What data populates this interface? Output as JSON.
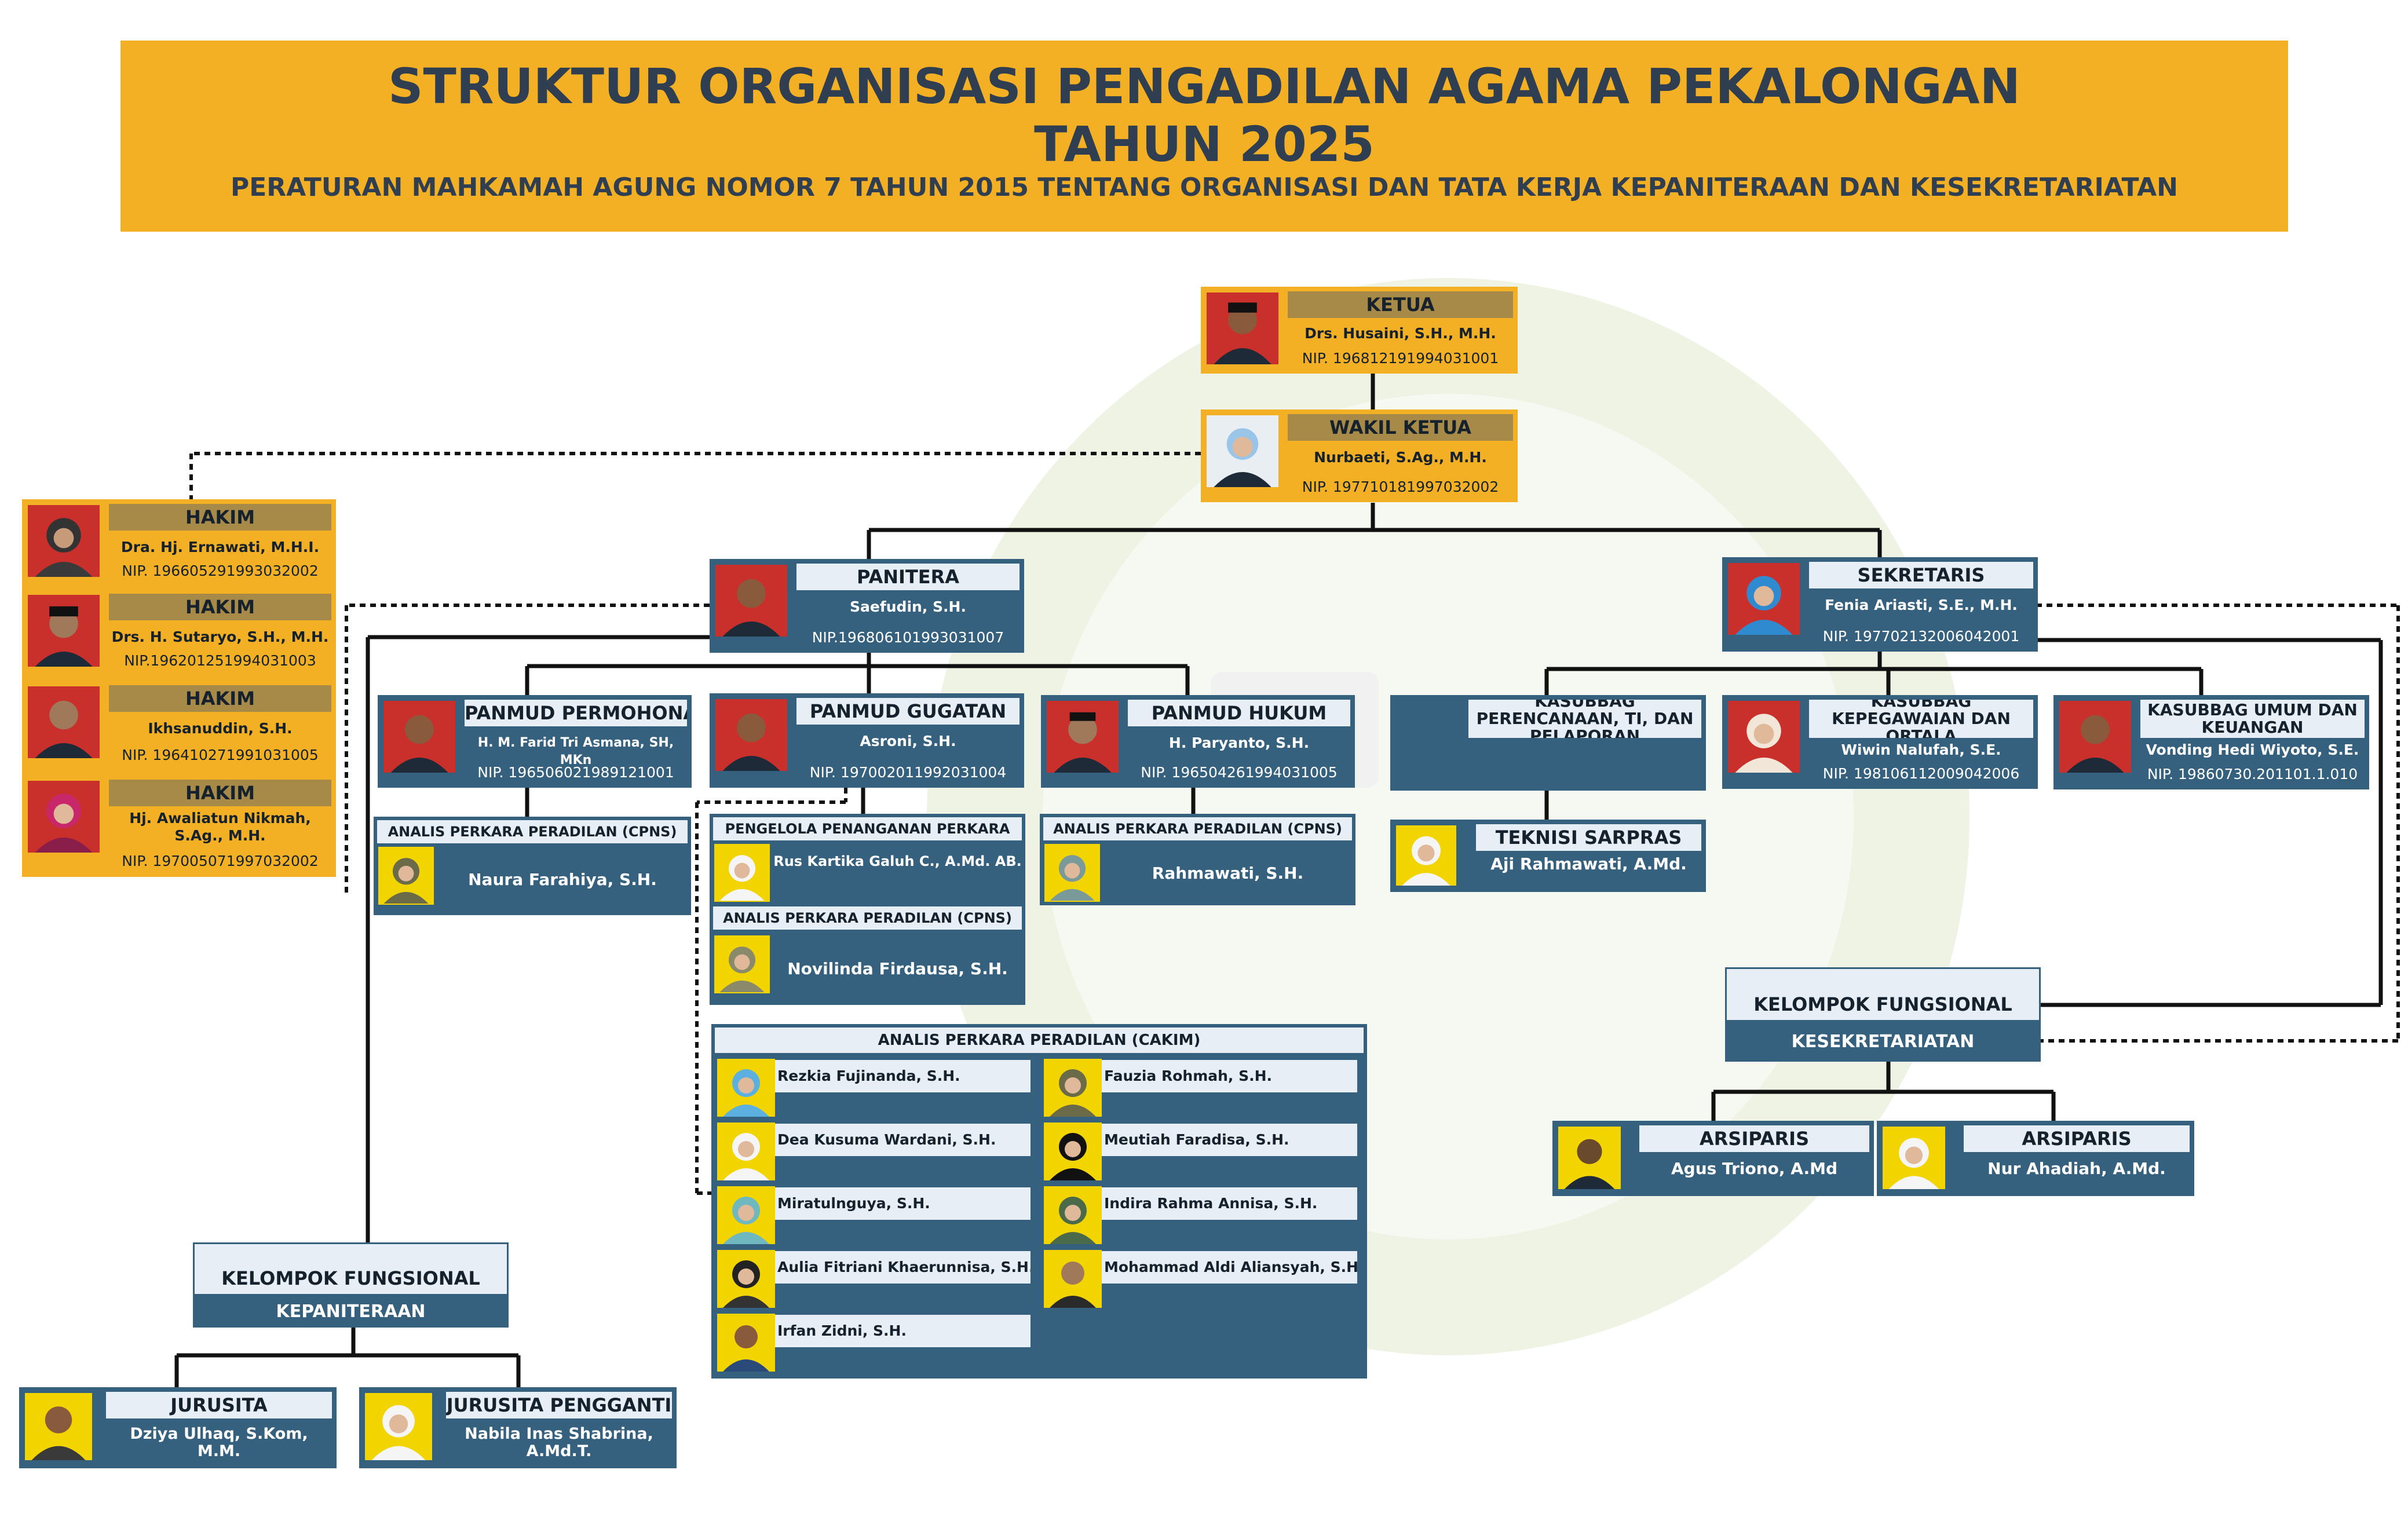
{
  "title_line1": "STRUKTUR ORGANISASI PENGADILAN AGAMA PEKALONGAN",
  "title_line2": "TAHUN 2025",
  "subtitle": "PERATURAN MAHKAMAH AGUNG NOMOR 7 TAHUN 2015 TENTANG ORGANISASI DAN TATA KERJA KEPANITERAAN DAN KESEKRETARIATAN",
  "ketua": {
    "role": "KETUA",
    "name": "Drs. Husaini, S.H., M.H.",
    "nip": "NIP. 196812191994031001"
  },
  "wakil": {
    "role": "WAKIL KETUA",
    "name": "Nurbaeti, S.Ag., M.H.",
    "nip": "NIP. 197710181997032002"
  },
  "hakim": [
    {
      "role": "HAKIM",
      "name": "Dra. Hj. Ernawati, M.H.I.",
      "nip": "NIP. 196605291993032002"
    },
    {
      "role": "HAKIM",
      "name": "Drs. H. Sutaryo, S.H., M.H.",
      "nip": "NIP.196201251994031003"
    },
    {
      "role": "HAKIM",
      "name": "Ikhsanuddin, S.H.",
      "nip": "NIP. 196410271991031005"
    },
    {
      "role": "HAKIM",
      "name": "Hj. Awaliatun Nikmah, S.Ag., M.H.",
      "nip": "NIP. 197005071997032002"
    }
  ],
  "panitera": {
    "role": "PANITERA",
    "name": "Saefudin, S.H.",
    "nip": "NIP.196806101993031007"
  },
  "sekretaris": {
    "role": "SEKRETARIS",
    "name": "Fenia Ariasti, S.E., M.H.",
    "nip": "NIP. 197702132006042001"
  },
  "panmud_permohonan": {
    "role": "PANMUD PERMOHONAN",
    "name": "H. M. Farid Tri Asmana, SH, MKn",
    "nip": "NIP. 196506021989121001"
  },
  "panmud_gugatan": {
    "role": "PANMUD GUGATAN",
    "name": "Asroni, S.H.",
    "nip": "NIP. 197002011992031004"
  },
  "panmud_hukum": {
    "role": "PANMUD HUKUM",
    "name": "H. Paryanto, S.H.",
    "nip": "NIP. 196504261994031005"
  },
  "kasubbag_ptip": {
    "role": "KASUBBAG PERENCANAAN, TI, DAN PELAPORAN"
  },
  "kasubbag_kepeg": {
    "role": "KASUBBAG KEPEGAWAIAN DAN ORTALA",
    "name": "Wiwin Nalufah, S.E.",
    "nip": "NIP. 198106112009042006"
  },
  "kasubbag_umum": {
    "role": "KASUBBAG UMUM DAN KEUANGAN",
    "name": "Vonding Hedi Wiyoto, S.E.",
    "nip": "NIP. 19860730.201101.1.010"
  },
  "analis_permohonan": {
    "role": "ANALIS PERKARA PERADILAN (CPNS)",
    "name": "Naura Farahiya, S.H."
  },
  "pengelola": {
    "role": "PENGELOLA PENANGANAN PERKARA",
    "name": "Rus Kartika Galuh C., A.Md. AB."
  },
  "analis_gugatan": {
    "role": "ANALIS PERKARA PERADILAN (CPNS)",
    "name": "Novilinda Firdausa, S.H."
  },
  "analis_hukum": {
    "role": "ANALIS PERKARA PERADILAN (CPNS)",
    "name": "Rahmawati, S.H."
  },
  "teknisi": {
    "role": "TEKNISI SARPRAS",
    "name": "Aji Rahmawati, A.Md."
  },
  "cakim": {
    "title": "ANALIS PERKARA PERADILAN (CAKIM)",
    "left": [
      "Rezkia Fujinanda, S.H.",
      "Dea Kusuma Wardani, S.H.",
      "Miratulnguya, S.H.",
      "Aulia Fitriani Khaerunnisa, S.H.",
      "Irfan Zidni, S.H."
    ],
    "right": [
      "Fauzia Rohmah, S.H.",
      "Meutiah Faradisa, S.H.",
      "Indira Rahma Annisa, S.H.",
      "Mohammad Aldi Aliansyah, S.H."
    ]
  },
  "fg_kepaniteraan": {
    "top": "KELOMPOK FUNGSIONAL",
    "bottom": "KEPANITERAAN"
  },
  "fg_kesekretariatan": {
    "top": "KELOMPOK FUNGSIONAL",
    "bottom": "KESEKRETARIATAN"
  },
  "jurusita": {
    "role": "JURUSITA",
    "name": "Dziya Ulhaq, S.Kom, M.M."
  },
  "jurusita_pengganti": {
    "role": "JURUSITA PENGGANTI",
    "name": "Nabila Inas Shabrina, A.Md.T."
  },
  "arsiparis1": {
    "role": "ARSIPARIS",
    "name": "Agus Triono, A.Md"
  },
  "arsiparis2": {
    "role": "ARSIPARIS",
    "name": "Nur Ahadiah, A.Md."
  },
  "colors": {
    "banner": "#f4b024",
    "card": "#35617f",
    "title": "#2f3e50"
  }
}
